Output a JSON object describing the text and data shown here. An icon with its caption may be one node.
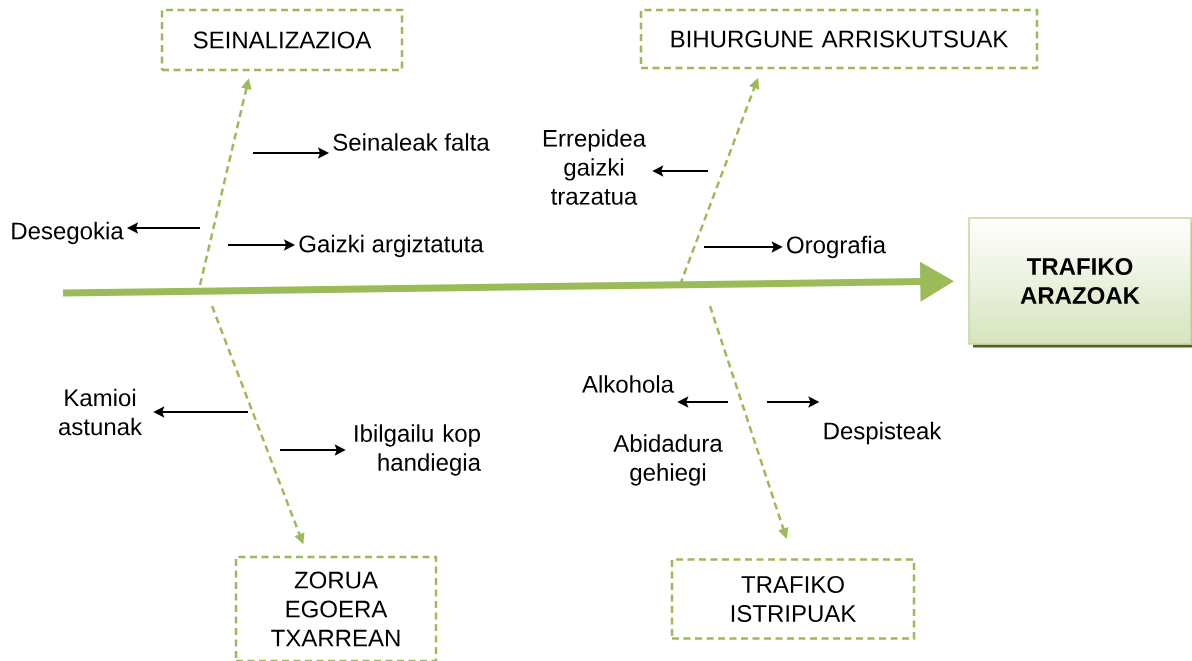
{
  "diagram": {
    "nodes": [
      {
        "text": [
          "SEINALIZAZIOA"
        ]
      },
      {
        "text": [
          "BIHURGUNE ARRISKUTSUAK"
        ]
      },
      {
        "text": [
          "TRAFIKO ARAZOAK"
        ]
      },
      {
        "text": [
          "ZORUA EGOERA TXARREAN"
        ]
      },
      {
        "text": [
          "TRAFIKO ISTRIPUAK"
        ]
      },
      {
        "text": [
          "Seinaleak falta"
        ]
      },
      {
        "text": [
          "Desegokia"
        ]
      },
      {
        "text": [
          "Gaizki argiztatuta"
        ]
      },
      {
        "text": [
          "Errepidea gaizki trazatua"
        ]
      },
      {
        "text": [
          "Orografia"
        ]
      },
      {
        "text": [
          "Kamioi astunak"
        ]
      },
      {
        "text": [
          "Ibilgailu kop handiegia"
        ]
      },
      {
        "text": [
          "Alkohola"
        ]
      },
      {
        "text": [
          "Abidadura gehiegi"
        ]
      },
      {
        "text": [
          "Despisteak"
        ]
      }
    ],
    "edges": [
      {
        "from": null,
        "to": 2,
        "arrow": "to",
        "style": "thick",
        "color": "#9bbb59"
      },
      {
        "from": null,
        "to": 0,
        "arrow": "to",
        "style": "dashed",
        "color": "#9bbb59"
      },
      {
        "from": null,
        "to": 1,
        "arrow": "to",
        "style": "dashed",
        "color": "#9bbb59"
      },
      {
        "from": null,
        "to": 3,
        "arrow": "to",
        "style": "dashed",
        "color": "#9bbb59"
      },
      {
        "from": null,
        "to": 4,
        "arrow": "to",
        "style": "dashed",
        "color": "#9bbb59"
      },
      {
        "from": null,
        "to": 5,
        "arrow": "to"
      },
      {
        "from": null,
        "to": 6,
        "arrow": "to"
      },
      {
        "from": null,
        "to": 7,
        "arrow": "to"
      },
      {
        "from": null,
        "to": 8,
        "arrow": "to"
      },
      {
        "from": null,
        "to": 9,
        "arrow": "to"
      },
      {
        "from": null,
        "to": 10,
        "arrow": "to"
      },
      {
        "from": null,
        "to": 11,
        "arrow": "to"
      },
      {
        "from": null,
        "to": 12,
        "arrow": "to"
      },
      {
        "from": null,
        "to": 14,
        "arrow": "to"
      }
    ]
  }
}
